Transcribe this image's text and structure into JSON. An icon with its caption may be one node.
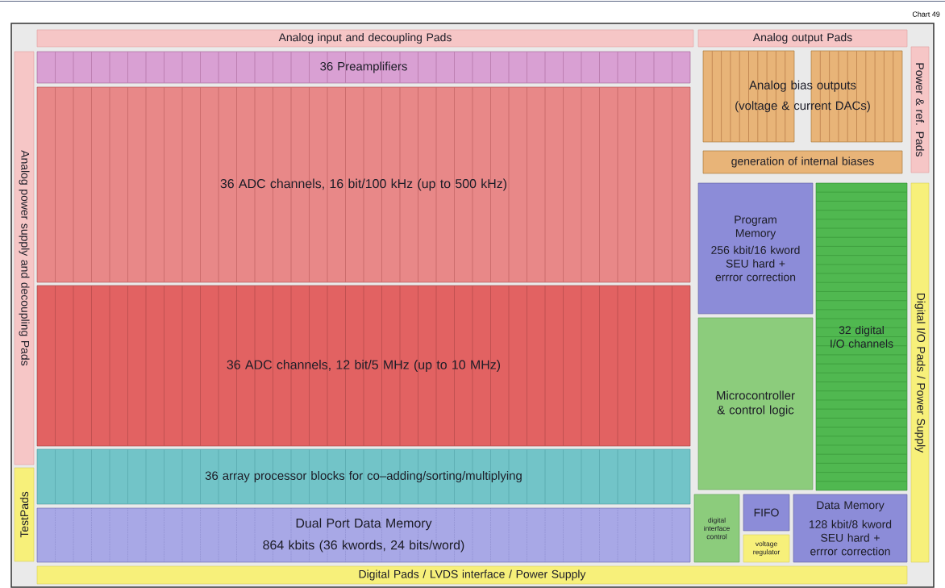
{
  "diagram": {
    "nodes": [
      {
        "text": [],
        "shape": "box"
      },
      {
        "text": [
          "Analog input and decoupling Pads"
        ],
        "in": 0
      },
      {
        "text": [
          "Analog output Pads"
        ],
        "in": 0
      },
      {
        "text": [
          "Analog power supply and decoupling Pads"
        ],
        "in": 0
      },
      {
        "text": [
          "36 Preamplifiers"
        ],
        "in": 0
      },
      {
        "text": [
          "Analog bias outputs",
          "(voltage & current DACs)"
        ],
        "in": 0
      },
      {
        "text": [
          "Power & ref. Pads"
        ],
        "in": 0
      },
      {
        "text": [
          "36 ADC channels, 16 bit/100 kHz (up to 500 kHz)"
        ],
        "in": 0
      },
      {
        "text": [
          "generation of internal biases"
        ],
        "in": 0
      },
      {
        "text": [
          "Program Memory",
          "256 kbit/16 kword SEU hard + errror correction"
        ],
        "in": 0
      },
      {
        "text": [
          "32 digital I/O channels"
        ],
        "in": 0
      },
      {
        "text": [
          "Digital I/O Pads / Power Supply"
        ],
        "in": 0
      },
      {
        "text": [
          "36 ADC channels, 12 bit/5 MHz (up to 10 MHz)"
        ],
        "in": 0
      },
      {
        "text": [
          "Microcontroller & control logic"
        ],
        "in": 0
      },
      {
        "text": [
          "36 array processor blocks for co–adding/sorting/multiplying"
        ],
        "in": 0
      },
      {
        "text": [
          "TestPads"
        ],
        "in": 0
      },
      {
        "text": [
          "Dual Port Data Memory",
          "864 kbits (36 kwords, 24 bits/word)"
        ],
        "in": 0
      },
      {
        "text": [
          "digital interface control"
        ],
        "in": 0
      },
      {
        "text": [
          "FIFO"
        ],
        "in": 0
      },
      {
        "text": [
          "Data Memory",
          "128 kbit/8 kword SEU hard + errror correction"
        ],
        "in": 0
      },
      {
        "text": [
          "voltage regulator"
        ],
        "in": 0
      },
      {
        "text": [
          "Digital Pads / LVDS interface / Power Supply"
        ],
        "in": 0
      }
    ],
    "labels": [
      "Chart 49"
    ]
  }
}
